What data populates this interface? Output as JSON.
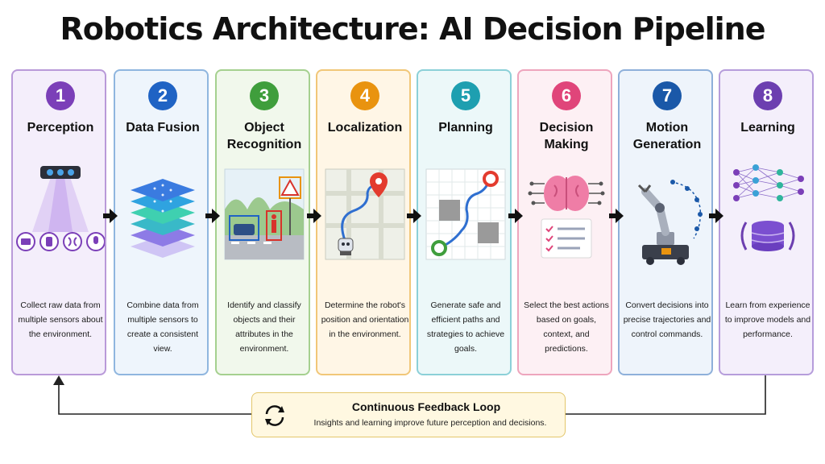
{
  "title": "Robotics Architecture: AI Decision Pipeline",
  "steps": [
    {
      "number": "1",
      "label": "Perception",
      "description": "Collect raw data from multiple sensors about the environment.",
      "color": "#7b3fb8",
      "bg": "#f4eefb",
      "border": "#b99ad9",
      "icon": "lidar-sensor-icon"
    },
    {
      "number": "2",
      "label": "Data Fusion",
      "description": "Combine data from multiple sensors to create a consistent view.",
      "color": "#1f63c4",
      "bg": "#eef5fc",
      "border": "#8fb6df",
      "icon": "layered-data-icon"
    },
    {
      "number": "3",
      "label": "Object Recognition",
      "description": "Identify and classify objects and their attributes in the environment.",
      "color": "#3f9e3c",
      "bg": "#f1f8ec",
      "border": "#a5d08f",
      "icon": "street-scene-icon"
    },
    {
      "number": "4",
      "label": "Localization",
      "description": "Determine the robot's position and orientation in the environment.",
      "color": "#e9930f",
      "bg": "#fff6e6",
      "border": "#f1c778",
      "icon": "map-pin-icon"
    },
    {
      "number": "5",
      "label": "Planning",
      "description": "Generate safe and efficient paths and strategies to achieve goals.",
      "color": "#1e9fb0",
      "bg": "#ecf8f9",
      "border": "#8cd0d8",
      "icon": "path-grid-icon"
    },
    {
      "number": "6",
      "label": "Decision Making",
      "description": "Select the best actions based on goals, context, and predictions.",
      "color": "#e0457a",
      "bg": "#fdf0f4",
      "border": "#eea5bd",
      "icon": "brain-checklist-icon"
    },
    {
      "number": "7",
      "label": "Motion Generation",
      "description": "Convert decisions into precise trajectories and control commands.",
      "color": "#1a58a8",
      "bg": "#eef4fb",
      "border": "#8eb0da",
      "icon": "robot-arm-icon"
    },
    {
      "number": "8",
      "label": "Learning",
      "description": "Learn from experience to improve models and performance.",
      "color": "#6c3fb0",
      "bg": "#f4effb",
      "border": "#b69ddb",
      "icon": "neural-network-icon"
    }
  ],
  "feedback": {
    "title": "Continuous Feedback Loop",
    "subtitle": "Insights and learning improve future perception and decisions."
  }
}
